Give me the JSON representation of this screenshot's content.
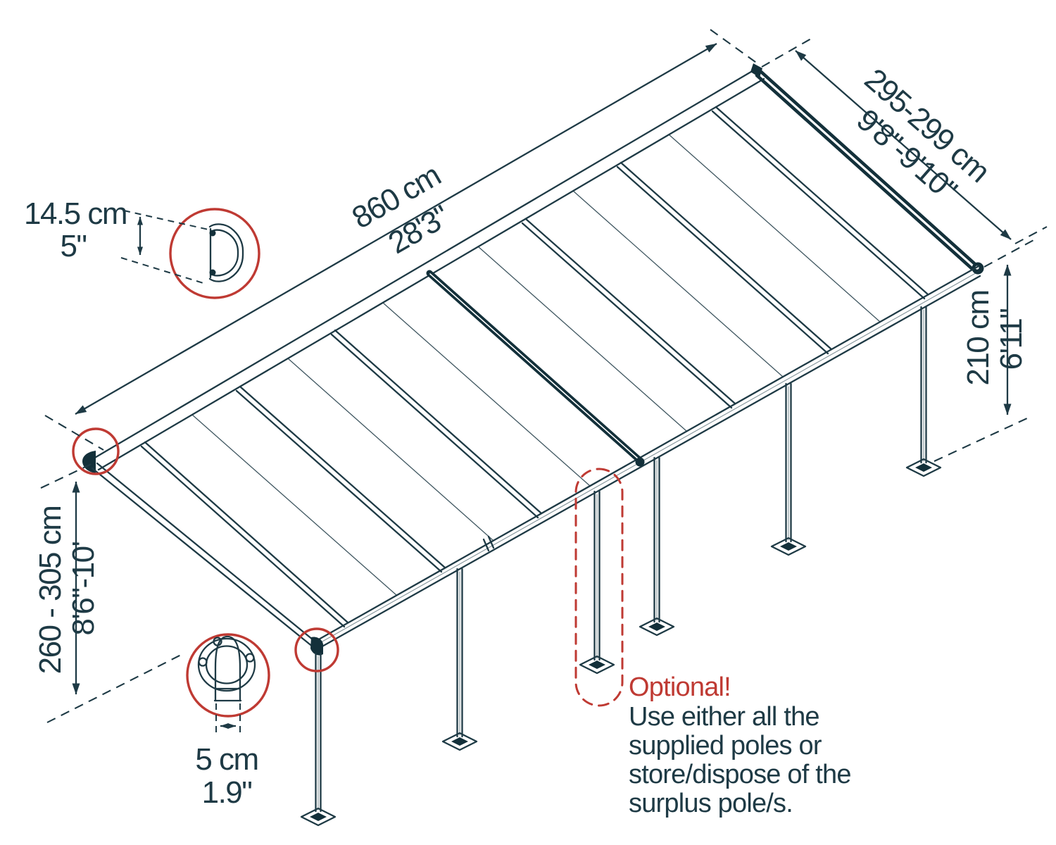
{
  "colors": {
    "ink": "#1e3a45",
    "ink_dark": "#13303a",
    "red": "#bf3a33",
    "background": "#ffffff"
  },
  "dimensions": {
    "length": {
      "metric": "860 cm",
      "imperial": "28'3\""
    },
    "depth": {
      "metric": "295-299 cm",
      "imperial": "9'8\"-9'10\""
    },
    "clearance_height": {
      "metric": "210 cm",
      "imperial": "6'11\""
    },
    "wall_mount_height": {
      "metric": "260 - 305 cm",
      "imperial": "8'6\"-10'"
    },
    "gutter_profile_height": {
      "metric": "14.5 cm",
      "imperial": "5\""
    },
    "pole_diameter": {
      "metric": "5 cm",
      "imperial": "1.9\""
    }
  },
  "note": {
    "title": "Optional!",
    "lines": [
      "Use either all the",
      "supplied poles or",
      "store/dispose of the",
      "surplus pole/s."
    ]
  }
}
